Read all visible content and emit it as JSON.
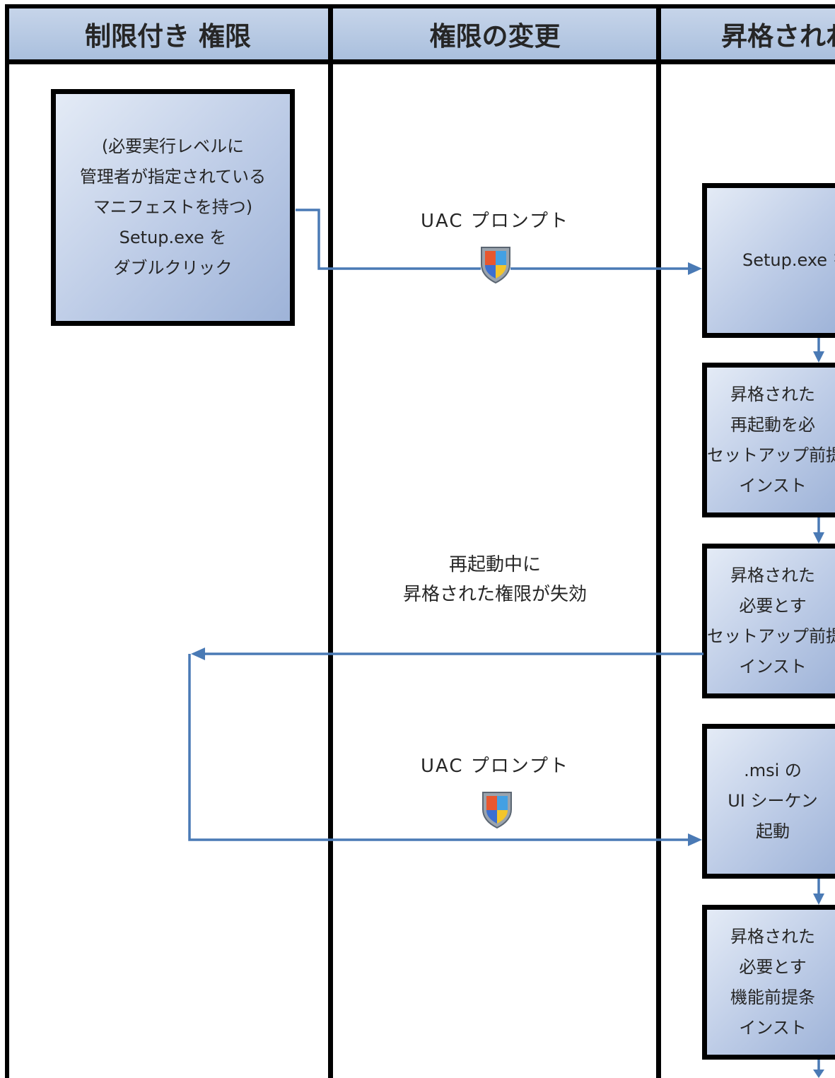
{
  "headers": {
    "restricted": "制限付き 権限",
    "change": "権限の変更",
    "elevated": "昇格されれ"
  },
  "boxes": {
    "setup_dblclick": [
      "(必要実行レベルに",
      "管理者が指定されている",
      "マニフェストを持つ)",
      "Setup.exe を",
      "ダブルクリック"
    ],
    "r1": [
      "Setup.exe を"
    ],
    "r2": [
      "昇格された",
      "再起動を必",
      "セットアップ前提",
      "インスト"
    ],
    "r3": [
      "昇格された",
      "必要とす",
      "セットアップ前提",
      "インスト"
    ],
    "r4": [
      ".msi の",
      "UI シーケン",
      "起動"
    ],
    "r5": [
      "昇格された",
      "必要とす",
      "機能前提条",
      "インスト"
    ]
  },
  "labels": {
    "uac_prompt_1": "UAC プロンプト",
    "expire": [
      "再起動中に",
      "昇格された権限が失効"
    ],
    "uac_prompt_2": "UAC プロンプト"
  },
  "colors": {
    "arrow": "#4a7ab5",
    "header_bg": "#b7c9e3",
    "box_fill": "#bccbe6",
    "border": "#000000"
  },
  "icons": [
    "uac-shield-icon",
    "uac-shield-icon"
  ]
}
